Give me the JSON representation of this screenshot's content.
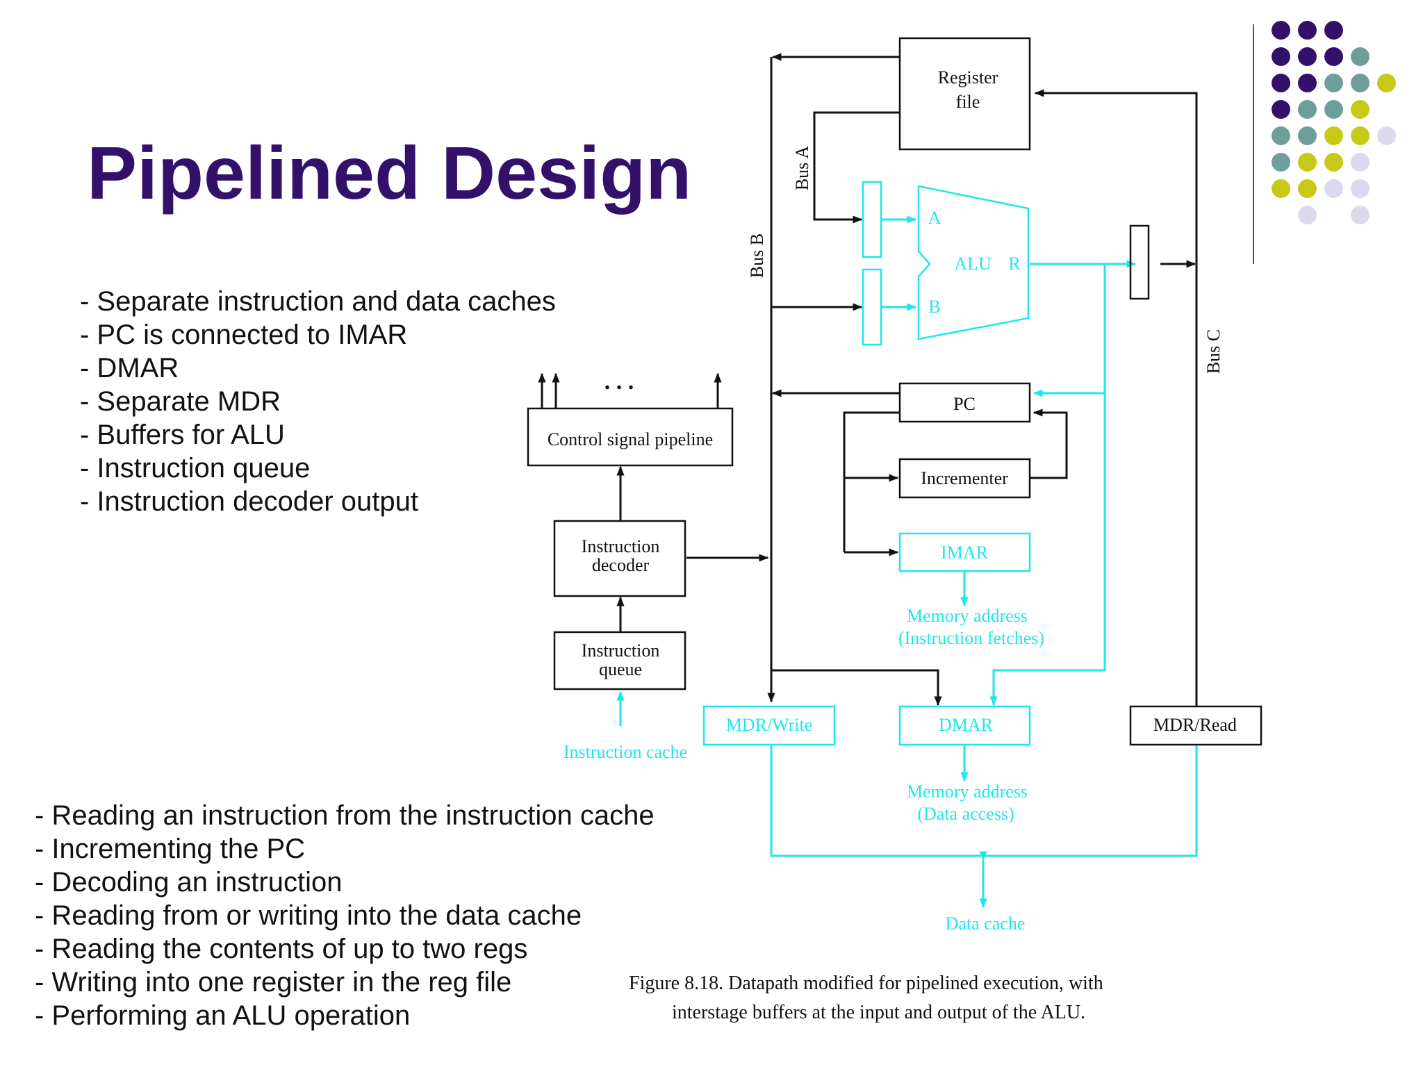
{
  "slide": {
    "title": "Pipelined Design",
    "top_bullets": [
      "- Separate instruction and data caches",
      "- PC is connected to IMAR",
      "- DMAR",
      "- Separate MDR",
      "- Buffers for ALU",
      "- Instruction queue",
      "- Instruction decoder output"
    ],
    "bottom_bullets": [
      "- Reading an instruction from the instruction cache",
      "- Incrementing the PC",
      "- Decoding an instruction",
      "- Reading from or writing into the data cache",
      "- Reading the contents of up to two regs",
      "- Writing into one register in the reg file",
      "- Performing an ALU operation"
    ]
  },
  "diagram": {
    "register_file_line1": "Register",
    "register_file_line2": "file",
    "bus_a": "Bus A",
    "bus_b": "Bus B",
    "bus_c": "Bus C",
    "alu": "ALU",
    "alu_in_a": "A",
    "alu_in_b": "B",
    "alu_out": "R",
    "pc": "PC",
    "incrementer": "Incrementer",
    "imar": "IMAR",
    "imem_line1": "Memory address",
    "imem_line2": "(Instruction fetches)",
    "control_pipeline": "Control signal pipeline",
    "ellipsis": ". . .",
    "decoder_line1": "Instruction",
    "decoder_line2": "decoder",
    "queue_line1": "Instruction",
    "queue_line2": "queue",
    "instruction_cache": "Instruction cache",
    "mdr_write": "MDR/Write",
    "dmar": "DMAR",
    "mdr_read": "MDR/Read",
    "dmem_line1": "Memory address",
    "dmem_line2": "(Data access)",
    "data_cache": "Data cache"
  },
  "caption": {
    "line1": "Figure 8.18.   Datapath modified for pipelined execution, with",
    "line2": "interstage buffers at the input and output of the ALU."
  },
  "colors": {
    "title": "#33106a",
    "cyan": "#1ee6ee",
    "black": "#111111",
    "dot_purple": "#33106a",
    "dot_teal": "#6e9e9c",
    "dot_yellow": "#c8c818",
    "dot_lavender": "#dcd8ee"
  },
  "decor": {
    "dot_rows": [
      [
        "purple",
        "purple",
        "purple"
      ],
      [
        "purple",
        "purple",
        "purple",
        "teal"
      ],
      [
        "purple",
        "purple",
        "teal",
        "teal",
        "yellow"
      ],
      [
        "purple",
        "teal",
        "teal",
        "yellow"
      ],
      [
        "teal",
        "teal",
        "yellow",
        "yellow",
        "lavender"
      ],
      [
        "teal",
        "yellow",
        "yellow",
        "lavender"
      ],
      [
        "yellow",
        "yellow",
        "lavender",
        "lavender"
      ],
      [
        "",
        "lavender",
        "",
        "lavender"
      ]
    ]
  }
}
